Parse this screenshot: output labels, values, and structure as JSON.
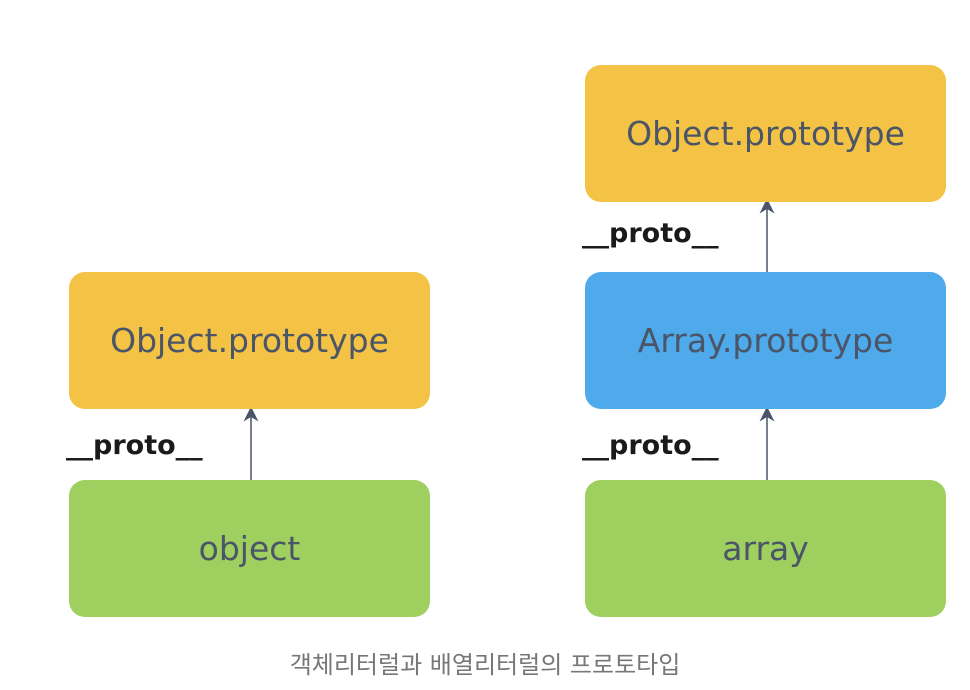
{
  "left_diagram": {
    "top_box": "Object.prototype",
    "link_label": "__proto__",
    "bottom_box": "object"
  },
  "right_diagram": {
    "top_box": "Object.prototype",
    "upper_link_label": "__proto__",
    "middle_box": "Array.prototype",
    "lower_link_label": "__proto__",
    "bottom_box": "array"
  },
  "caption": "객체리터럴과 배열리터럴의 프로토타입",
  "colors": {
    "object_prototype": "#f4c244",
    "array_prototype": "#4eaaea",
    "instance": "#9fcf5f",
    "arrow": "#4a5568"
  }
}
